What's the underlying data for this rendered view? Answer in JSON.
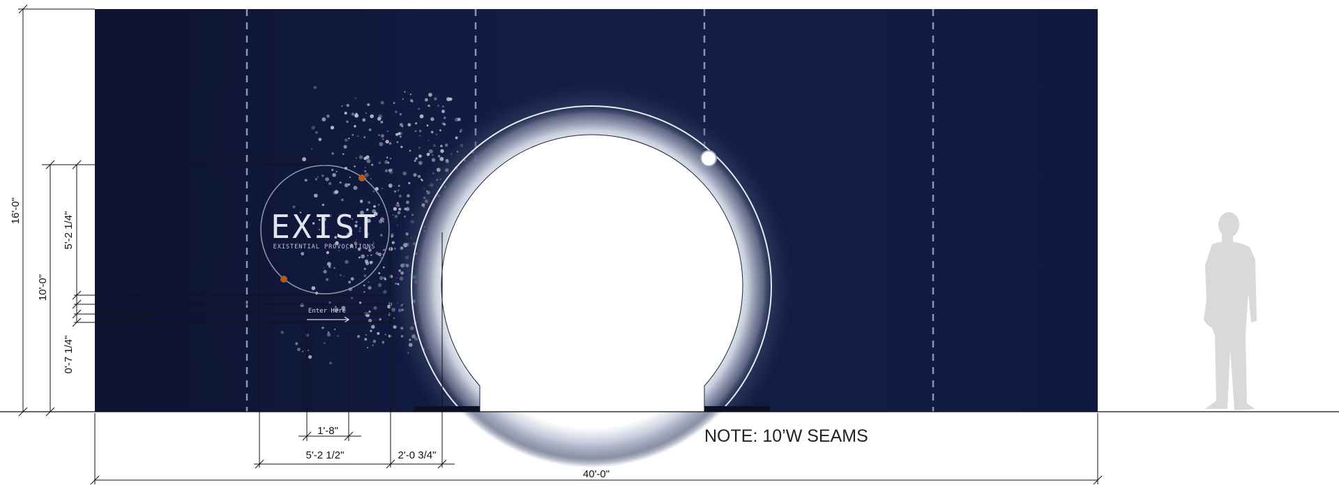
{
  "logo": {
    "title": "EXIST",
    "subtitle": "EXISTENTIAL PROVOCATIONS",
    "cta": "Enter Here"
  },
  "note": "NOTE: 10’W SEAMS",
  "dimensions": {
    "total_height": "16'-0\"",
    "logo_height": "10'-0\"",
    "logo_ring": "5'-2 1/4\"",
    "logo_offset": "0'-7 1/4\"",
    "cta_width": "1'-8\"",
    "logo_width": "5'-2 1/2\"",
    "gap_to_arch": "2'-0 3/4\"",
    "total_width": "40'-0\""
  },
  "colors": {
    "wall": "#0f1a3a",
    "wall_light": "#14204a",
    "ring": "#dfe4ee",
    "accent_dot": "#b35a1f",
    "ground": "#111111",
    "figure": "#d9d9d9"
  },
  "icons": {
    "person": "person-silhouette-icon",
    "arrow": "arrow-right-icon",
    "orb": "glowing-orb-icon"
  }
}
